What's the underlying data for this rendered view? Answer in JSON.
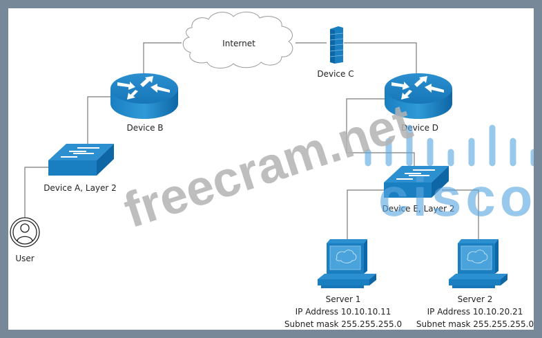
{
  "diagram": {
    "nodes": {
      "internet": {
        "label": "Internet",
        "type": "cloud"
      },
      "device_c": {
        "label": "Device C",
        "type": "firewall"
      },
      "device_b": {
        "label": "Device B",
        "type": "router"
      },
      "device_d": {
        "label": "Device D",
        "type": "router"
      },
      "device_a": {
        "label": "Device A, Layer 2",
        "type": "switch"
      },
      "device_e": {
        "label": "Device E, Layer 2",
        "type": "switch"
      },
      "user": {
        "label": "User",
        "type": "user"
      },
      "server1": {
        "label": "Server 1",
        "ip": "IP Address 10.10.10.11",
        "mask": "Subnet mask 255.255.255.0",
        "type": "server"
      },
      "server2": {
        "label": "Server 2",
        "ip": "IP Address 10.10.20.21",
        "mask": "Subnet mask 255.255.255.0",
        "type": "server"
      }
    },
    "links": [
      [
        "device_b",
        "internet"
      ],
      [
        "internet",
        "device_c"
      ],
      [
        "device_c",
        "device_d"
      ],
      [
        "device_b",
        "device_a"
      ],
      [
        "device_a",
        "user"
      ],
      [
        "device_d",
        "device_e"
      ],
      [
        "device_e",
        "server1"
      ],
      [
        "device_e",
        "server2"
      ]
    ]
  },
  "watermarks": {
    "site": "freecram.net",
    "brand": "cisco"
  },
  "colors": {
    "frame": "#778899",
    "device_blue": "#1a7fc1",
    "device_dark": "#0d5f98",
    "link": "#7a7a7a",
    "watermark_grey": "#b3b3b3",
    "watermark_blue": "#5aa7df"
  }
}
